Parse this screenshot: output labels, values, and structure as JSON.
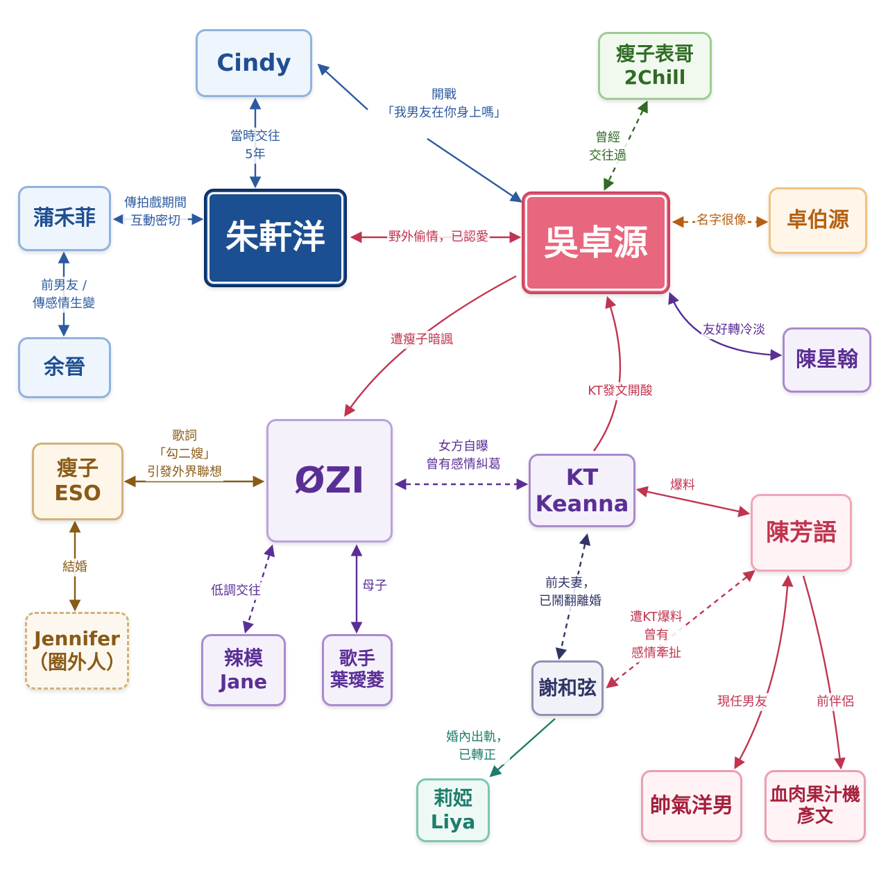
{
  "nodes": {
    "cindy": {
      "lines": [
        "Cindy"
      ]
    },
    "cousin": {
      "lines": [
        "瘦子表哥",
        "2Chill"
      ]
    },
    "pu": {
      "lines": [
        "蒲禾菲"
      ]
    },
    "zhu": {
      "lines": [
        "朱軒洋"
      ]
    },
    "wu": {
      "lines": [
        "吳卓源"
      ]
    },
    "zhuo": {
      "lines": [
        "卓伯源"
      ]
    },
    "yu": {
      "lines": [
        "余晉"
      ]
    },
    "chen_xh": {
      "lines": [
        "陳星翰"
      ]
    },
    "eso": {
      "lines": [
        "瘦子",
        "ESO"
      ]
    },
    "ozi": {
      "lines": [
        "ØZI"
      ]
    },
    "kt": {
      "lines": [
        "KT",
        "Keanna"
      ]
    },
    "chen_fy": {
      "lines": [
        "陳芳語"
      ]
    },
    "jennifer": {
      "lines": [
        "Jennifer",
        "（圈外人）"
      ]
    },
    "jane": {
      "lines": [
        "辣模",
        "Jane"
      ]
    },
    "singer": {
      "lines": [
        "歌手",
        "葉璦菱"
      ]
    },
    "xie": {
      "lines": [
        "謝和弦"
      ]
    },
    "liya": {
      "lines": [
        "莉婭",
        "Liya"
      ]
    },
    "handsome": {
      "lines": [
        "帥氣洋男"
      ]
    },
    "juice": {
      "lines": [
        "血肉果汁機",
        "彥文"
      ]
    }
  },
  "edges": {
    "cindy_wu": {
      "lines": [
        "開戰",
        "「我男友在你身上嗎」"
      ],
      "color": "#2c5a9e"
    },
    "cindy_zhu": {
      "lines": [
        "當時交往",
        "5年"
      ],
      "color": "#2c5a9e"
    },
    "pu_zhu": {
      "lines": [
        "傳拍戲期間",
        "互動密切"
      ],
      "color": "#2c5a9e"
    },
    "pu_yu": {
      "lines": [
        "前男友 /",
        "傳感情生變"
      ],
      "color": "#2c5a9e"
    },
    "zhu_wu": {
      "lines": [
        "野外偷情，已認愛"
      ],
      "color": "#c0344f"
    },
    "cousin_wu": {
      "lines": [
        "曾經",
        "交往過"
      ],
      "color": "#2f6b23"
    },
    "wu_zhuo": {
      "lines": [
        "名字很像"
      ],
      "color": "#b45f10"
    },
    "wu_chen_xh": {
      "lines": [
        "友好轉冷淡"
      ],
      "color": "#5a2f95"
    },
    "wu_ozi": {
      "lines": [
        "遭瘦子暗諷"
      ],
      "color": "#c0344f"
    },
    "kt_wu": {
      "lines": [
        "KT發文開酸"
      ],
      "color": "#c0344f"
    },
    "eso_ozi": {
      "lines": [
        "歌詞",
        "「勾二嫂」",
        "引發外界聯想"
      ],
      "color": "#8a5a17"
    },
    "eso_jennifer": {
      "lines": [
        "結婚"
      ],
      "color": "#8a5a17"
    },
    "ozi_kt": {
      "lines": [
        "女方自曝",
        "曾有感情糾葛"
      ],
      "color": "#5a2f95"
    },
    "ozi_jane": {
      "lines": [
        "低調交往"
      ],
      "color": "#5a2f95"
    },
    "ozi_singer": {
      "lines": [
        "母子"
      ],
      "color": "#5a2f95"
    },
    "kt_chen_fy": {
      "lines": [
        "爆料"
      ],
      "color": "#c0344f"
    },
    "kt_xie": {
      "lines": [
        "前夫妻，",
        "已鬧翻離婚"
      ],
      "color": "#2f3564"
    },
    "chen_fy_xie": {
      "lines": [
        "遭KT爆料",
        "曾有",
        "感情牽扯"
      ],
      "color": "#c0344f"
    },
    "xie_liya": {
      "lines": [
        "婚內出軌，",
        "已轉正"
      ],
      "color": "#1e7e6a"
    },
    "chen_fy_hand": {
      "lines": [
        "現任男友"
      ],
      "color": "#c0344f"
    },
    "chen_fy_juice": {
      "lines": [
        "前伴侶"
      ],
      "color": "#c0344f"
    }
  }
}
